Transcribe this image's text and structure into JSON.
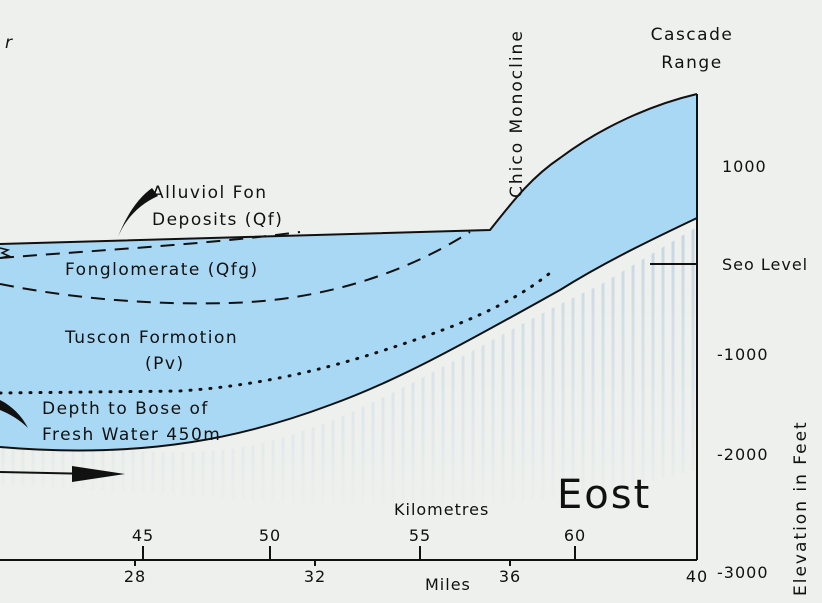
{
  "labels": {
    "cascade_range_line1": "Cascade",
    "cascade_range_line2": "Range",
    "chico_monocline": "Chico Monocline",
    "alluvial_fan_line1": "Alluviol Fon",
    "alluvial_fan_line2": "Deposits (Qf)",
    "fanglomerate": "Fonglomerate (Qfg)",
    "tuscan_line1": "Tuscon Formotion",
    "tuscan_line2": "(Pv)",
    "fresh_water_line1": "Depth to Bose of",
    "fresh_water_line2": "Fresh Water 450m",
    "direction": "Eost",
    "sea_level": "Seo Level",
    "elevation_axis": "Elevation in Feet",
    "kilometres": "Kilometres",
    "miles": "Miles",
    "stray_mark": "r"
  },
  "elevation_ticks": [
    "1000",
    "-1000",
    "-2000",
    "-3000"
  ],
  "km_ticks": [
    "45",
    "50",
    "55",
    "60"
  ],
  "mile_ticks": [
    "28",
    "32",
    "36",
    "40"
  ],
  "colors": {
    "formation_fill": "#a9d8f4",
    "background": "#eef0ee",
    "ink": "#111111",
    "hatch": "#b8cedd"
  }
}
